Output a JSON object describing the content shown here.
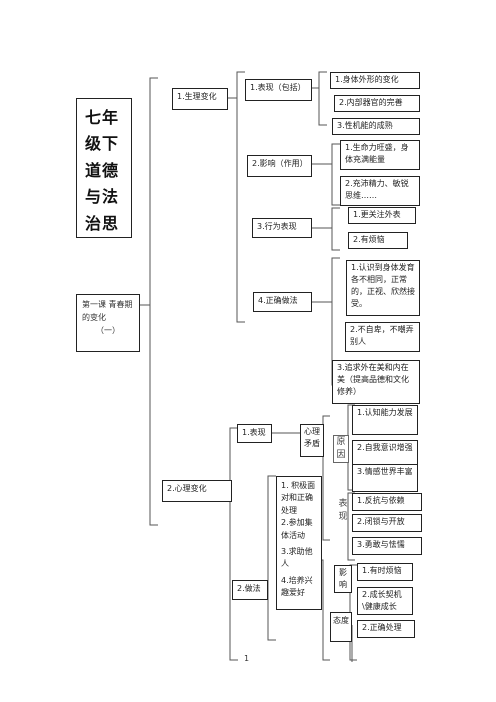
{
  "title": "七年级下道德与法治思维导图",
  "lesson": [
    "第一课 青春期的变化",
    "（一）"
  ],
  "page_number": "1",
  "physical": {
    "label": "1.生理变化",
    "groups": [
      {
        "label": "1.表现（包括）",
        "items": [
          "1.身体外形的变化",
          "2.内部器官的完善",
          "3.性机能的成熟"
        ]
      },
      {
        "label": "2.影响（作用）",
        "items": [
          "1.生命力旺盛，身体充满能量",
          "2.充沛精力、敏锐思维……"
        ]
      },
      {
        "label": "3.行为表现",
        "items": [
          "1.更关注外表",
          "2.有烦恼"
        ]
      },
      {
        "label": "4.正确做法",
        "items": [
          "1.认识到身体发育各不相同，正常的，正视、欣然接受。",
          "2.不自卑，不嘲弄别人",
          "3.追求外在美和内在美（提高品德和文化修养）"
        ]
      }
    ]
  },
  "psych": {
    "label": "2.心理变化",
    "show": {
      "label": "1.表现",
      "conflict": "心理矛盾",
      "cause": {
        "label": "原因",
        "items": [
          "1.认知能力发展",
          "2.自我意识增强",
          "3.情感世界丰富"
        ]
      },
      "manifest": {
        "label": "表现",
        "items": [
          "1.反抗与依赖",
          "2.闭锁与开放",
          "3.勇敢与怯懦"
        ]
      }
    },
    "method": {
      "label": "2.做法",
      "left": [
        "1. 积极面对和正确处理",
        "2.参加集体活动",
        "3.求助他人",
        "4.培养兴趣爱好"
      ],
      "influence": {
        "label": "影响",
        "items": [
          "1.有时烦恼",
          "2.成长契机\\健康成长"
        ]
      },
      "attitude": {
        "label": "态度",
        "items": [
          "2.正确处理"
        ]
      }
    }
  }
}
